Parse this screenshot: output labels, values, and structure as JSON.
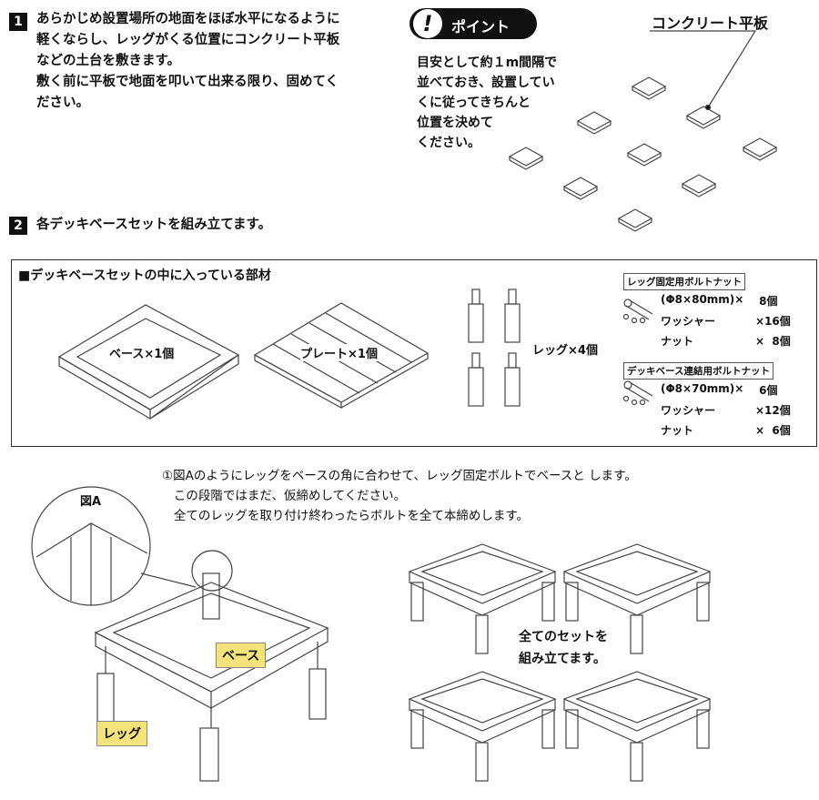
{
  "step1": {
    "number": "1",
    "text": "あらかじめ設置場所の地面をほぼ水平になるように\n軽くならし、レッグがくる位置にコンクリート平板\nなどの土台を敷きます。\n敷く前に平板で地面を叩いて出来る限り、固めてく\nださい。"
  },
  "point": {
    "icon": "exclamation-icon",
    "label": "ポイント",
    "text": "目安として約１m間隔で\n並べておき、設置してい\nくに従ってきちんと\n位置を決めて\nください。",
    "callout": "コンクリート平板"
  },
  "step2": {
    "number": "2",
    "text": "各デッキベースセットを組み立てます。"
  },
  "parts": {
    "title": "■デッキベースセットの中に入っている部材",
    "base": "ベース×1個",
    "plate": "プレート×1個",
    "legs": "レッグ×4個",
    "group1": {
      "title": "レッグ固定用ボルトナット",
      "rows": [
        [
          "(Φ8×80mm)×",
          " 8個"
        ],
        [
          "ワッシャー",
          "×16個"
        ],
        [
          "ナット",
          "×  8個"
        ]
      ]
    },
    "group2": {
      "title": "デッキベース連結用ボルトナット",
      "rows": [
        [
          "(Φ8×70mm)×",
          " 6個"
        ],
        [
          "ワッシャー",
          "×12個"
        ],
        [
          "ナット",
          "×  6個"
        ]
      ]
    }
  },
  "instructions": {
    "text": "①図Aのようにレッグをベースの角に合わせて、レッグ固定ボルトでベースと します。\n   この段階ではまだ、仮締めしてください。\n   全てのレッグを取り付け終わったらボルトを全て本締めします。",
    "figure_label": "図A",
    "label_base": "ベース",
    "label_leg": "レッグ",
    "all_sets": "全てのセットを\n組み立てます。"
  },
  "colors": {
    "label_bg": "#f4e27a"
  }
}
